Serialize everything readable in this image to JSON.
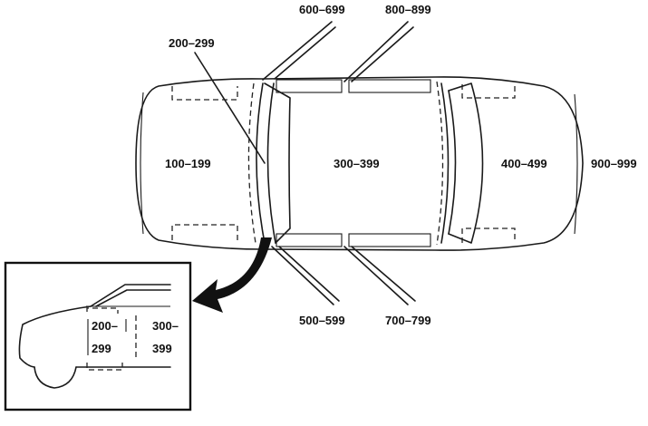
{
  "zones": {
    "front": "100–199",
    "firewall": "200–299",
    "passenger": "300–399",
    "trunk": "400–499",
    "left_front_door": "500–599",
    "right_front_door": "600–699",
    "left_rear_door": "700–799",
    "right_rear_door": "800–899",
    "exterior": "900–999"
  },
  "inset": {
    "zone_200_top": "200–",
    "zone_200_bottom": "299",
    "zone_300_top": "300–",
    "zone_300_bottom": "399"
  }
}
